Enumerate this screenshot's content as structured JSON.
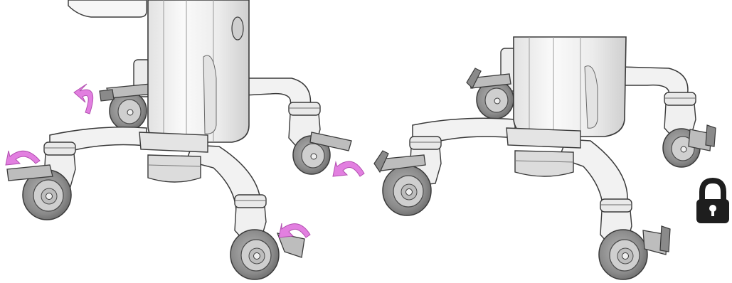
{
  "figure": {
    "panels": [
      {
        "id": "unlocked",
        "state": "casters unlocked, pedals raised",
        "rotation_arrows": 4
      },
      {
        "id": "locked",
        "state": "casters locked, pedals pressed"
      }
    ],
    "lock_icon": "lock-icon",
    "colors": {
      "outline": "#3a3a3a",
      "surface": "#f2f2f2",
      "shade": "#d8d8d8",
      "wheel": "#8c8c8c",
      "wheel_dark": "#5f5f5f",
      "arrow": "#e27fe0",
      "lock": "#1e1e1e"
    }
  }
}
